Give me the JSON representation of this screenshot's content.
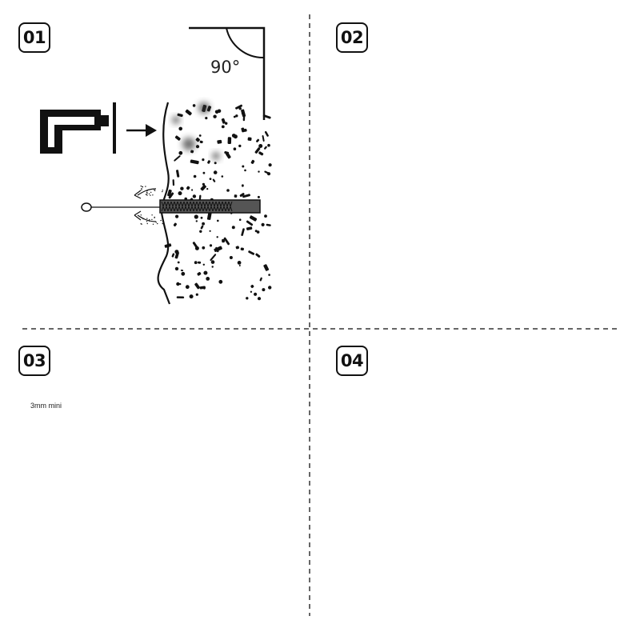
{
  "steps": [
    {
      "number": "01"
    },
    {
      "number": "02"
    },
    {
      "number": "03"
    },
    {
      "number": "04"
    }
  ],
  "drill_angle_label": "90°",
  "min_gap_label": "3mm  mini",
  "icons": [
    "drill-icon",
    "hammer-icon",
    "wrench-icon",
    "pulley-icon",
    "carabiner-icon",
    "rope-icon",
    "blower-icon"
  ],
  "colors": {
    "line": "#111111",
    "bolt": "#555555",
    "background": "#ffffff"
  }
}
